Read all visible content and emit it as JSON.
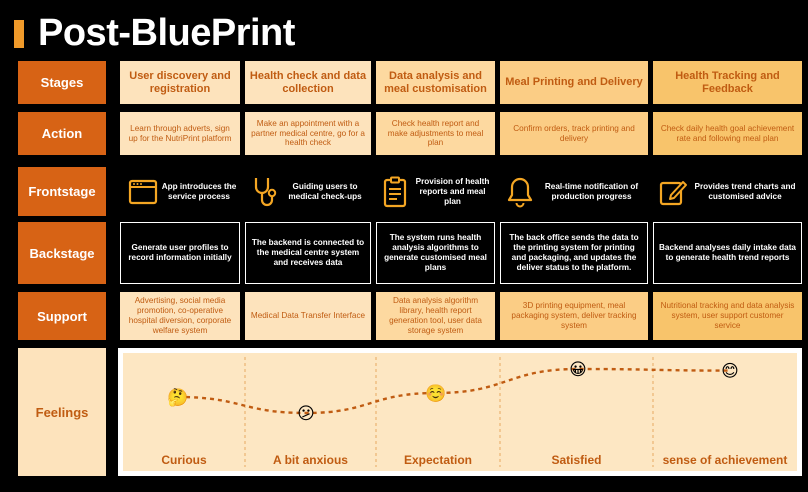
{
  "title": "Post-BluePrint",
  "accent_color": "#d76315",
  "rows": {
    "stages": "Stages",
    "action": "Action",
    "frontstage": "Frontstage",
    "backstage": "Backstage",
    "support": "Support",
    "feelings": "Feelings"
  },
  "stages": [
    "User discovery and registration",
    "Health check and data collection",
    "Data analysis and meal customisation",
    "Meal Printing and Delivery",
    "Health Tracking and Feedback"
  ],
  "actions": [
    "Learn through adverts, sign up for the NutriPrint platform",
    "Make an appointment with a partner medical centre, go for a health check",
    "Check health report and make adjustments to meal plan",
    "Confirm orders,    track printing and delivery",
    "Check daily health goal achievement rate and following meal plan"
  ],
  "frontstage": [
    {
      "icon": "browser-window-icon",
      "text": "App introduces the service process"
    },
    {
      "icon": "stethoscope-icon",
      "text": "Guiding users to medical check-ups"
    },
    {
      "icon": "clipboard-report-icon",
      "text": "Provision of health reports and meal plan"
    },
    {
      "icon": "bell-icon",
      "text": "Real-time notification of production progress"
    },
    {
      "icon": "edit-pencil-icon",
      "text": "Provides trend charts and customised advice"
    }
  ],
  "backstage": [
    "Generate user profiles to record information initially",
    "The backend is connected to the medical centre system and receives data",
    "The system runs health analysis algorithms to generate customised meal plans",
    "The back office sends the data to the printing system for printing and packaging, and updates the deliver status to the platform.",
    "Backend analyses daily intake data to generate health trend reports"
  ],
  "support": [
    "Advertising, social media promotion, co-operative hospital diversion, corporate welfare system",
    "Medical Data Transfer Interface",
    "Data analysis algorithm library, health report generation tool, user data storage system",
    "3D printing equipment, meal packaging system, deliver tracking system",
    "Nutritional tracking and data analysis system, user support customer service"
  ],
  "feelings": [
    {
      "label": "Curious",
      "emoji": "🤔",
      "level": 0.55
    },
    {
      "label": "A bit anxious",
      "emoji": "😕",
      "level": 0.35
    },
    {
      "label": "Expectation",
      "emoji": "☺️",
      "level": 0.6
    },
    {
      "label": "Satisfied",
      "emoji": "😀",
      "level": 0.9
    },
    {
      "label": "sense of achievement",
      "emoji": "😊",
      "level": 0.88
    }
  ]
}
